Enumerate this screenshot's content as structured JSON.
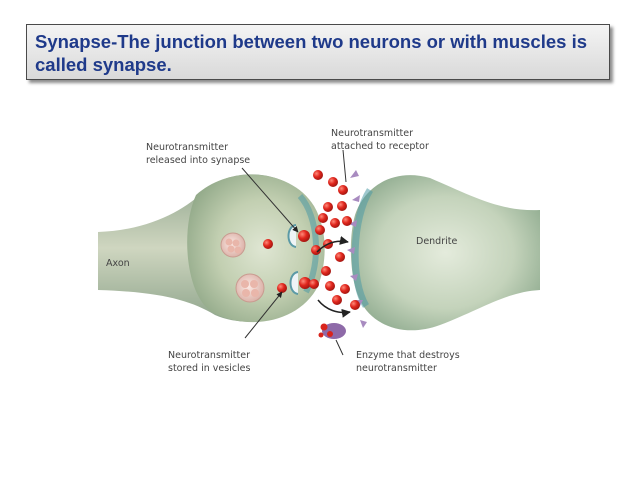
{
  "slide": {
    "title": "Synapse-The junction between two neurons or with muscles is called synapse."
  },
  "diagram": {
    "labels": {
      "nt_released_1": "Neurotransmitter",
      "nt_released_2": "released into synapse",
      "nt_attached_1": "Neurotransmitter",
      "nt_attached_2": "attached to receptor",
      "dendrite": "Dendrite",
      "axon": "Axon",
      "nt_stored_1": "Neurotransmitter",
      "nt_stored_2": "stored in vesicles",
      "enzyme_1": "Enzyme that destroys",
      "enzyme_2": "neurotransmitter"
    },
    "colors": {
      "neuron_body": "#9ab58f",
      "neuron_glow": "#d9e9ee",
      "neurotransmitter": "#d9241c",
      "receptor": "#a88bc0",
      "enzyme": "#8e6aa8"
    }
  }
}
